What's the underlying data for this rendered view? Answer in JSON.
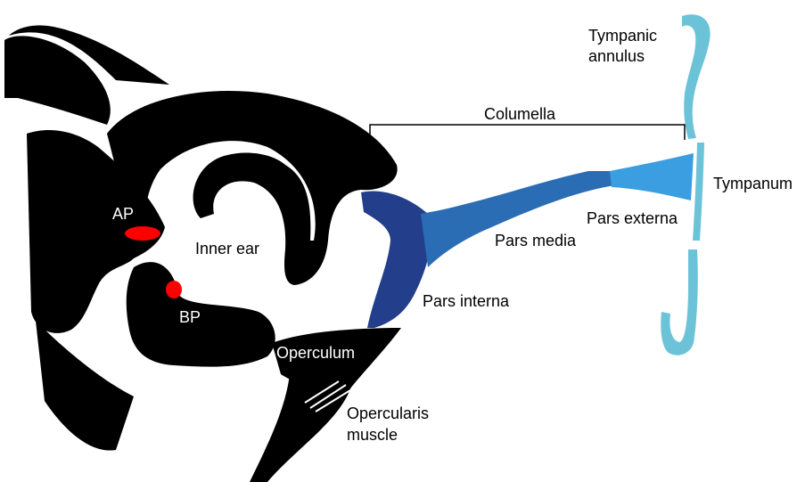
{
  "labels": {
    "columella": "Columella",
    "tympanic_annulus_1": "Tympanic",
    "tympanic_annulus_2": "annulus",
    "tympanum": "Tympanum",
    "pars_externa": "Pars externa",
    "pars_media": "Pars media",
    "pars_interna": "Pars interna",
    "inner_ear": "Inner ear",
    "ap": "AP",
    "bp": "BP",
    "operculum": "Operculum",
    "opercularis_1": "Opercularis",
    "opercularis_2": "muscle"
  },
  "colors": {
    "skull": "#000000",
    "papilla": "#ff0000",
    "pars_interna": "#233e8b",
    "pars_media": "#2a6db4",
    "pars_externa": "#3a9ee0",
    "annulus": "#6cc3d8",
    "background": "#ffffff"
  }
}
